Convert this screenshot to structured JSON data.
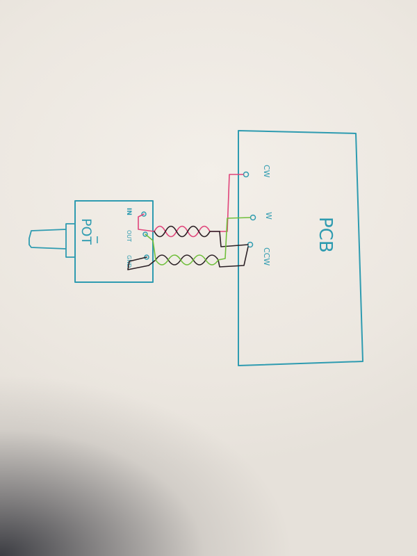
{
  "diagram": {
    "pcb": {
      "label": "PCB",
      "pins": {
        "cw": "CW",
        "w": "W",
        "ccw": "CCW"
      }
    },
    "pot": {
      "label": "POT",
      "pins": {
        "in": "IN",
        "out": "OUT",
        "gnd": "GND"
      }
    },
    "colors": {
      "outline": "#2e9bb0",
      "wire_in": "#e0447a",
      "wire_out": "#6fbf3a",
      "wire_gnd": "#2a1f24",
      "paper": "#efeae3"
    }
  }
}
